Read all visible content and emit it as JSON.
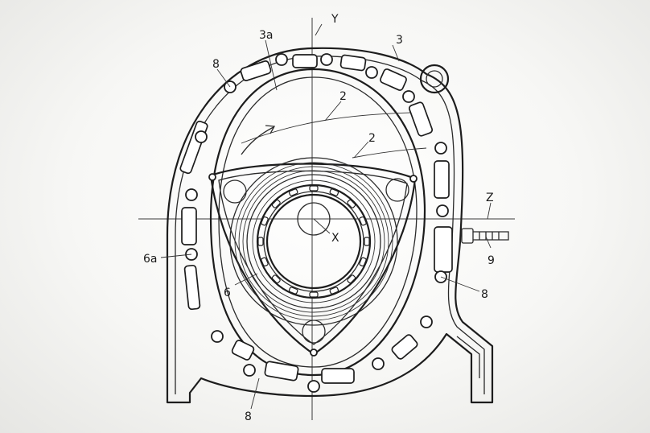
{
  "labels": {
    "axis_y": "Y",
    "axis_x": "X",
    "axis_z": "Z",
    "housing_3a": "3a",
    "housing_3": "3",
    "passage_8_top": "8",
    "rotor_2_upper": "2",
    "rotor_2_lower": "2",
    "passage_6a": "6a",
    "surface_6": "6",
    "sensor_9": "9",
    "passage_8_right": "8",
    "passage_8_bottom": "8"
  }
}
